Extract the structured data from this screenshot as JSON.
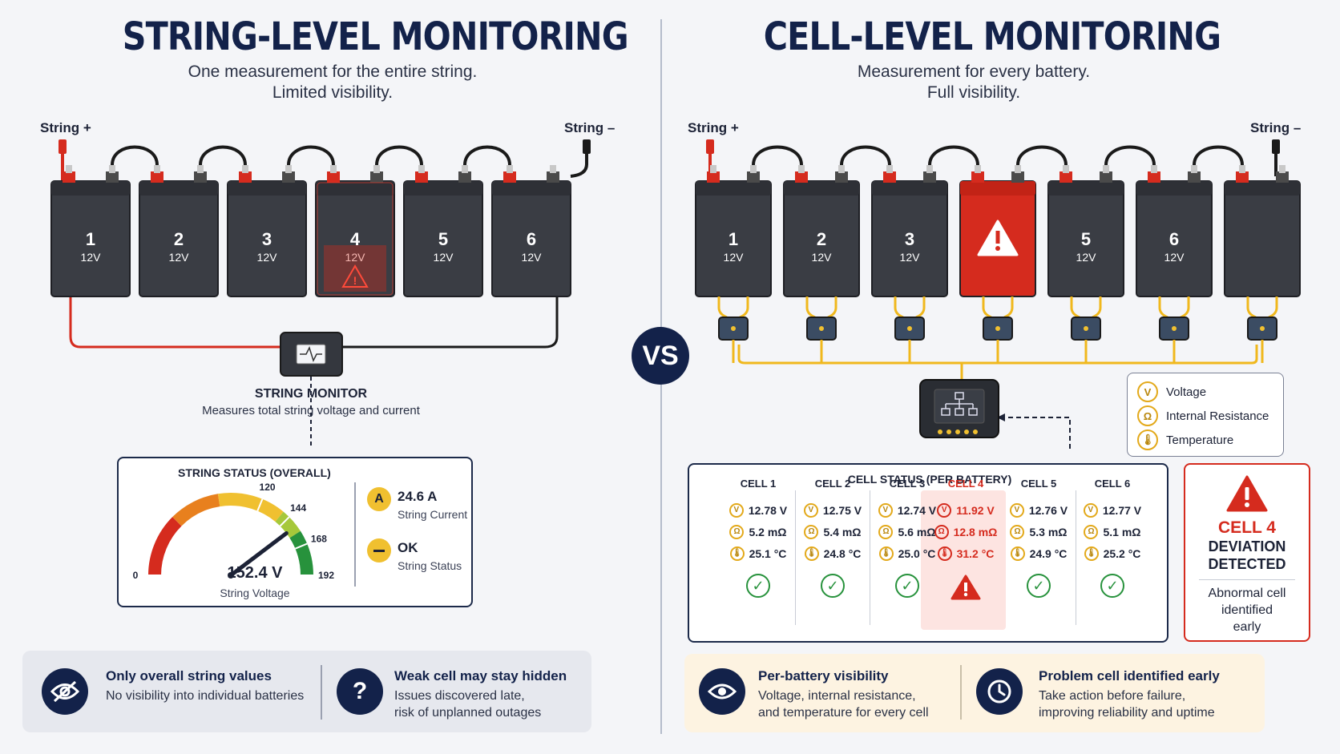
{
  "left": {
    "title": "STRING-LEVEL MONITORING",
    "subtitle_line1": "One measurement for the entire string.",
    "subtitle_line2": "Limited visibility.",
    "string_plus": "String +",
    "string_minus": "String –",
    "batteries": [
      {
        "number": "1",
        "voltage": "12V",
        "fault": false
      },
      {
        "number": "2",
        "voltage": "12V",
        "fault": false
      },
      {
        "number": "3",
        "voltage": "12V",
        "fault": false
      },
      {
        "number": "4",
        "voltage": "12V",
        "fault": true
      },
      {
        "number": "5",
        "voltage": "12V",
        "fault": false
      },
      {
        "number": "6",
        "voltage": "12V",
        "fault": false
      }
    ],
    "monitor_title": "STRING MONITOR",
    "monitor_desc": "Measures total string voltage and current",
    "status": {
      "title": "STRING STATUS (OVERALL)",
      "gauge": {
        "min": 0,
        "max": 192,
        "value": 152.4,
        "ticks": [
          "0",
          "120",
          "144",
          "168",
          "192"
        ]
      },
      "voltage_value": "152.4 V",
      "voltage_label": "String Voltage",
      "current_icon": "A",
      "current_value": "24.6 A",
      "current_label": "String Current",
      "state_value": "OK",
      "state_label": "String Status"
    },
    "bottom": [
      {
        "icon": "eye-slash-icon",
        "heading": "Only overall string values",
        "line1": "No visibility into individual batteries",
        "line2": ""
      },
      {
        "icon": "question-icon",
        "heading": "Weak cell may stay hidden",
        "line1": "Issues discovered late,",
        "line2": "risk of unplanned outages"
      }
    ]
  },
  "vs": "VS",
  "right": {
    "title": "CELL-LEVEL MONITORING",
    "subtitle_line1": "Measurement for every battery.",
    "subtitle_line2": "Full visibility.",
    "string_plus": "String +",
    "string_minus": "String –",
    "batteries": [
      {
        "number": "1",
        "voltage": "12V",
        "fault": false
      },
      {
        "number": "2",
        "voltage": "12V",
        "fault": false
      },
      {
        "number": "3",
        "voltage": "12V",
        "fault": false
      },
      {
        "number": "",
        "voltage": "",
        "fault": true
      },
      {
        "number": "5",
        "voltage": "12V",
        "fault": false
      },
      {
        "number": "6",
        "voltage": "12V",
        "fault": false
      },
      {
        "number": "",
        "voltage": "",
        "fault": false
      }
    ],
    "legend": [
      {
        "icon": "V",
        "label": "Voltage"
      },
      {
        "icon": "Ω",
        "label": "Internal Resistance"
      },
      {
        "icon": "🌡",
        "label": "Temperature"
      }
    ],
    "cell_status_title": "CELL STATUS (PER BATTERY)",
    "cells": [
      {
        "name": "CELL 1",
        "voltage": "12.78 V",
        "resistance": "5.2 mΩ",
        "temperature": "25.1 °C",
        "fault": false
      },
      {
        "name": "CELL 2",
        "voltage": "12.75 V",
        "resistance": "5.4 mΩ",
        "temperature": "24.8 °C",
        "fault": false
      },
      {
        "name": "CELL 3",
        "voltage": "12.74 V",
        "resistance": "5.6 mΩ",
        "temperature": "25.0 °C",
        "fault": false
      },
      {
        "name": "CELL 4",
        "voltage": "11.92 V",
        "resistance": "12.8 mΩ",
        "temperature": "31.2 °C",
        "fault": true
      },
      {
        "name": "CELL 5",
        "voltage": "12.76 V",
        "resistance": "5.3 mΩ",
        "temperature": "24.9 °C",
        "fault": false
      },
      {
        "name": "CELL 6",
        "voltage": "12.77 V",
        "resistance": "5.1 mΩ",
        "temperature": "25.2 °C",
        "fault": false
      }
    ],
    "alert": {
      "line1": "CELL 4",
      "line2": "DEVIATION",
      "line3": "DETECTED",
      "desc1": "Abnormal cell",
      "desc2": "identified",
      "desc3": "early"
    },
    "bottom": [
      {
        "icon": "eye-icon",
        "heading": "Per-battery visibility",
        "line1": "Voltage, internal resistance,",
        "line2": "and temperature for every cell"
      },
      {
        "icon": "clock-icon",
        "heading": "Problem cell identified early",
        "line1": "Take action before failure,",
        "line2": "improving reliability and uptime"
      }
    ]
  },
  "colors": {
    "navy": "#13224a",
    "red": "#d52b1e",
    "yellow": "#f0c030",
    "green": "#27923c",
    "battery": "#3a3d44"
  }
}
